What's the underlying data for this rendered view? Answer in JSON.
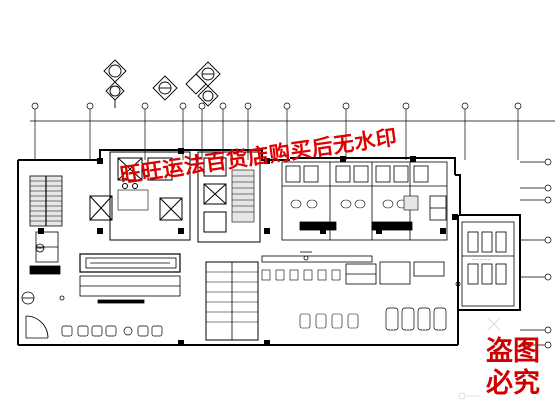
{
  "watermark": {
    "text": "旺旺运法百货店购买后无水印",
    "color": "#e00000"
  },
  "stamp": {
    "line1": "盗图",
    "line2": "必究",
    "color": "#d00000"
  },
  "colors": {
    "line": "#000000",
    "background": "#ffffff",
    "faint_mark": "#cccccc"
  }
}
